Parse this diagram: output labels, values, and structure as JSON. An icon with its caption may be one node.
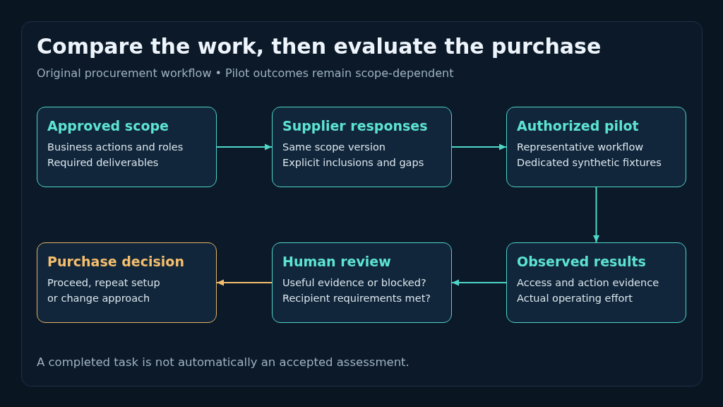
{
  "diagram": {
    "title": "Compare the work, then evaluate the purchase",
    "caption": "A completed task is not automatically an accepted assessment.",
    "nodes": [
      {
        "text": [
          "Approved scope",
          "Business actions and roles",
          "Required deliverables"
        ]
      },
      {
        "text": [
          "Supplier responses",
          "Same scope version",
          "Explicit inclusions and gaps"
        ]
      },
      {
        "text": [
          "Authorized pilot",
          "Representative workflow",
          "Dedicated synthetic fixtures"
        ]
      },
      {
        "text": [
          "Purchase decision",
          "Proceed, repeat setup or change approach"
        ]
      },
      {
        "text": [
          "Human review",
          "Useful evidence or blocked?",
          "Recipient requirements met?"
        ]
      },
      {
        "text": [
          "Observed results",
          "Access and action evidence",
          "Actual operating effort"
        ]
      }
    ],
    "edges": [
      {
        "from": 0,
        "to": 1,
        "arrow": "to"
      },
      {
        "from": 1,
        "to": 2,
        "arrow": "to"
      },
      {
        "from": 2,
        "to": 5,
        "arrow": "to"
      },
      {
        "from": 5,
        "to": 4,
        "arrow": "to"
      },
      {
        "from": 4,
        "to": 3,
        "arrow": "to",
        "color": "#f5bf6e"
      }
    ],
    "labels": [
      "Original procurement workflow • Pilot outcomes remain scope-dependent"
    ]
  }
}
